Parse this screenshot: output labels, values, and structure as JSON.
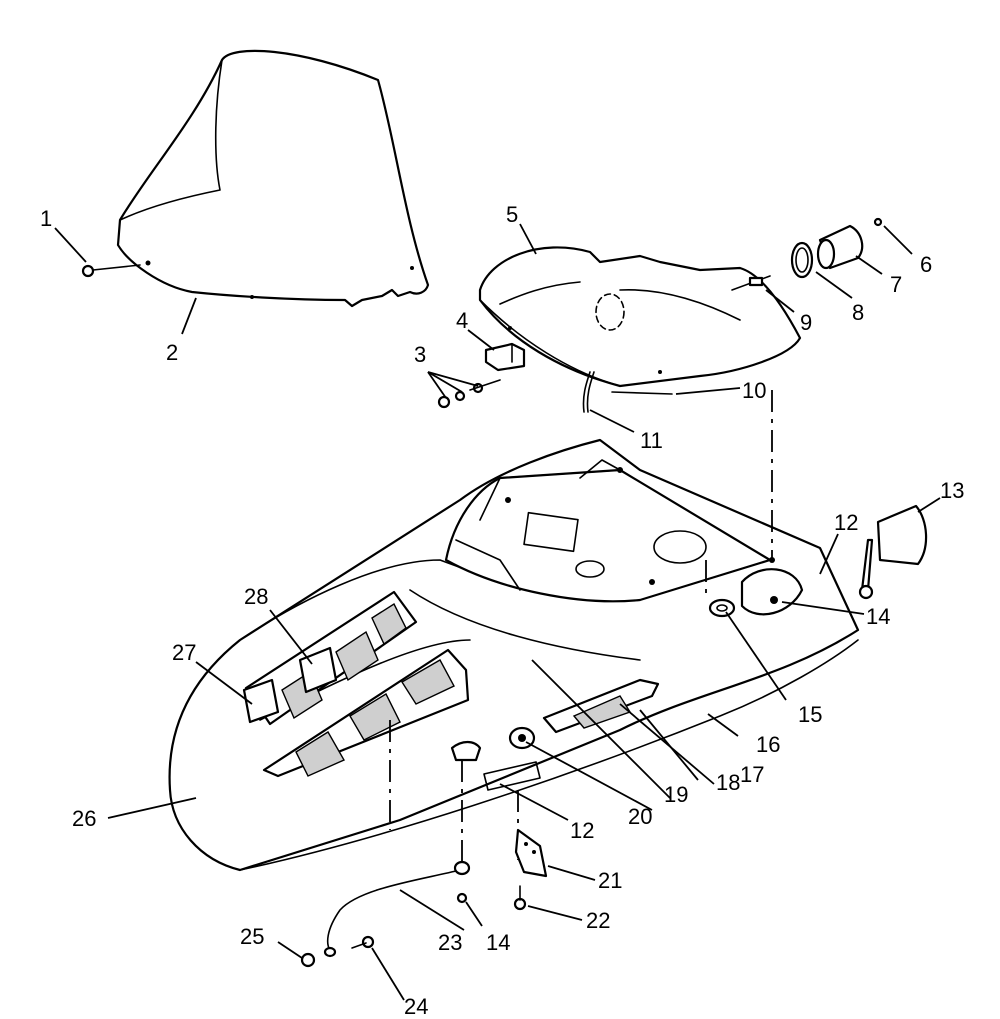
{
  "callouts": [
    {
      "id": "c1",
      "text": "1"
    },
    {
      "id": "c2",
      "text": "2"
    },
    {
      "id": "c3",
      "text": "3"
    },
    {
      "id": "c4",
      "text": "4"
    },
    {
      "id": "c5",
      "text": "5"
    },
    {
      "id": "c6",
      "text": "6"
    },
    {
      "id": "c7",
      "text": "7"
    },
    {
      "id": "c8",
      "text": "8"
    },
    {
      "id": "c9",
      "text": "9"
    },
    {
      "id": "c10",
      "text": "10"
    },
    {
      "id": "c11",
      "text": "11"
    },
    {
      "id": "c12a",
      "text": "12"
    },
    {
      "id": "c12b",
      "text": "12"
    },
    {
      "id": "c13",
      "text": "13"
    },
    {
      "id": "c14a",
      "text": "14"
    },
    {
      "id": "c14b",
      "text": "14"
    },
    {
      "id": "c15",
      "text": "15"
    },
    {
      "id": "c16",
      "text": "16"
    },
    {
      "id": "c17",
      "text": "17"
    },
    {
      "id": "c18",
      "text": "18"
    },
    {
      "id": "c19",
      "text": "19"
    },
    {
      "id": "c20",
      "text": "20"
    },
    {
      "id": "c21",
      "text": "21"
    },
    {
      "id": "c22",
      "text": "22"
    },
    {
      "id": "c23",
      "text": "23"
    },
    {
      "id": "c24",
      "text": "24"
    },
    {
      "id": "c25",
      "text": "25"
    },
    {
      "id": "c26",
      "text": "26"
    },
    {
      "id": "c27",
      "text": "27"
    },
    {
      "id": "c28",
      "text": "28"
    }
  ]
}
